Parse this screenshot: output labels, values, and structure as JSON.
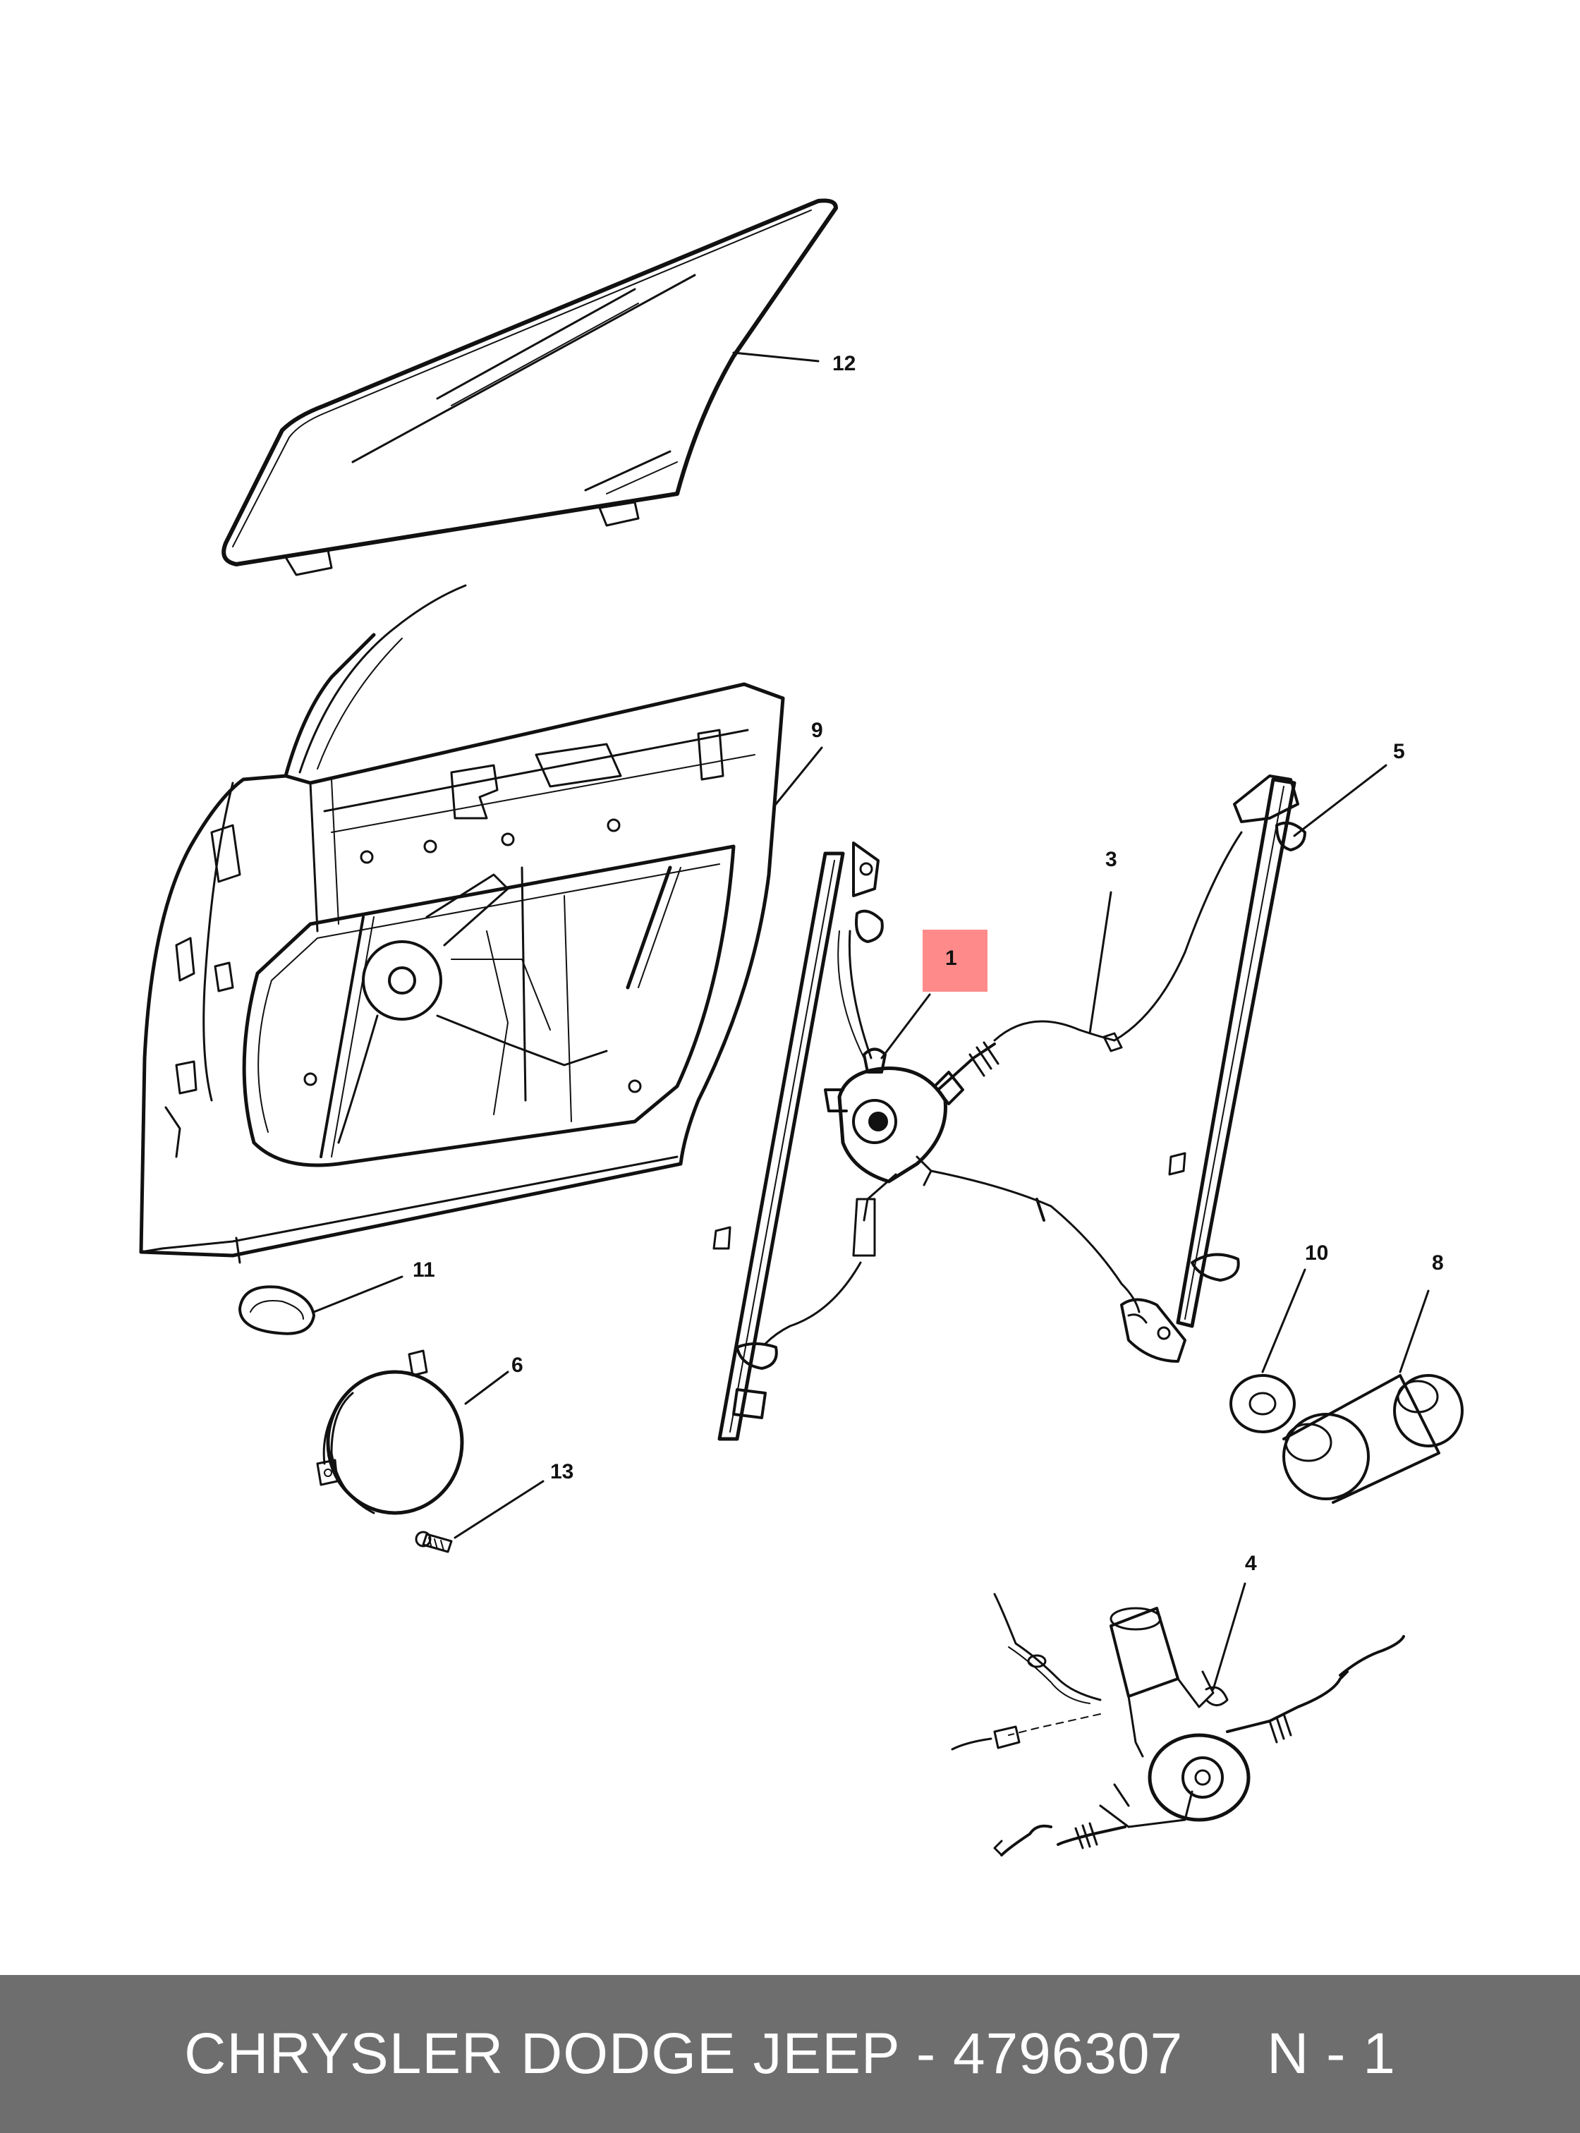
{
  "diagram": {
    "callouts": {
      "p1": "1",
      "p3": "3",
      "p4": "4",
      "p5": "5",
      "p6": "6",
      "p8": "8",
      "p9": "9",
      "p10": "10",
      "p11": "11",
      "p12": "12",
      "p13": "13"
    },
    "highlighted_part": "1"
  },
  "footer": {
    "text": "CHRYSLER DODGE JEEP - 4796307     N - 1"
  },
  "colors": {
    "footer_background": "#6e6e6e",
    "highlight": "#ff8a8a",
    "line_art": "#111111",
    "background": "#ffffff"
  }
}
